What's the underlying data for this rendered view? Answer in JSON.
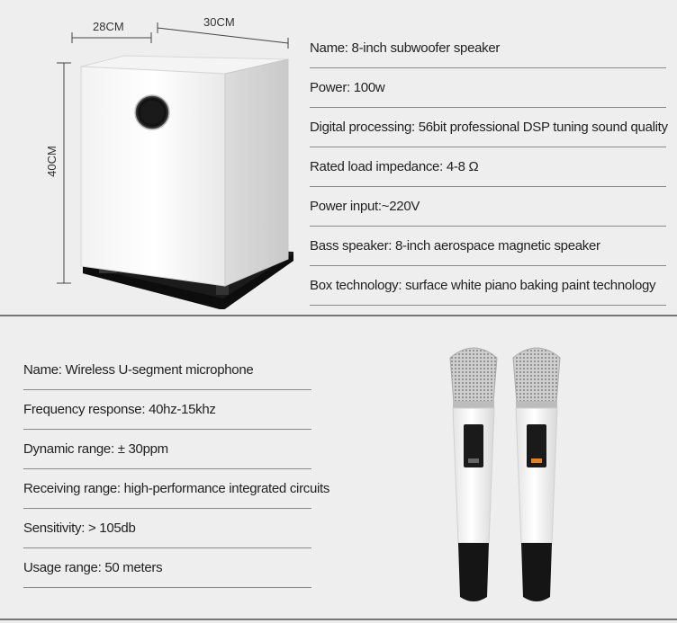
{
  "speaker": {
    "dimensions": {
      "depth": "28CM",
      "width": "30CM",
      "height": "40CM"
    },
    "specs": [
      "Name: 8-inch subwoofer speaker",
      "Power: 100w",
      "Digital processing: 56bit professional DSP tuning sound quality",
      "Rated load impedance: 4-8 Ω",
      "Power input:~220V",
      "Bass speaker: 8-inch aerospace magnetic speaker",
      "Box technology: surface white piano baking paint technology"
    ]
  },
  "microphone": {
    "specs": [
      "Name: Wireless U-segment microphone",
      "Frequency response: 40hz-15khz",
      "Dynamic range: ± 30ppm",
      "Receiving range: high-performance integrated circuits",
      "Sensitivity: > 105db",
      "Usage range: 50 meters"
    ]
  }
}
